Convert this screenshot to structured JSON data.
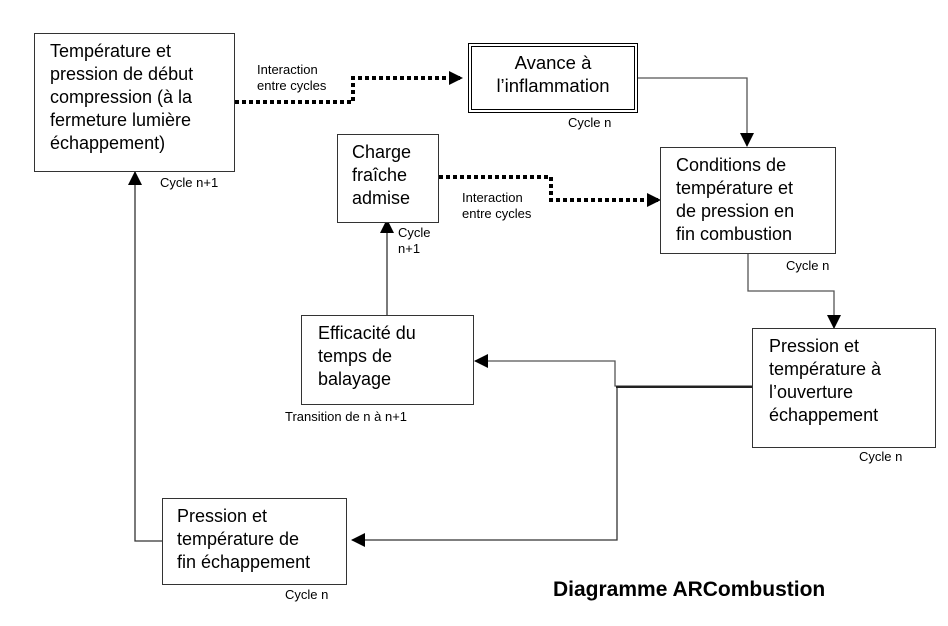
{
  "diagram": {
    "title": "Diagramme ARCombustion",
    "nodes": [
      {
        "id": "debut-compression",
        "text": "Température et\npression de début\ncompression (à la\nfermeture lumière\néchappement)",
        "cycle": "Cycle n+1"
      },
      {
        "id": "avance-inflammation",
        "text": "Avance à\nl’inflammation",
        "cycle": "Cycle n"
      },
      {
        "id": "charge-fraiche",
        "text": "Charge\nfraîche\nadmise",
        "cycle": "Cycle\nn+1"
      },
      {
        "id": "fin-combustion",
        "text": "Conditions de\ntempérature et\nde pression en\nfin combustion",
        "cycle": "Cycle n"
      },
      {
        "id": "efficacite-balayage",
        "text": "Efficacité du\ntemps de\nbalayage",
        "cycle": "Transition de n à n+1"
      },
      {
        "id": "ouverture-echappement",
        "text": "Pression et\ntempérature à\nl’ouverture\néchappement",
        "cycle": "Cycle n"
      },
      {
        "id": "fin-echappement",
        "text": "Pression et\ntempérature de\nfin échappement",
        "cycle": "Cycle n"
      }
    ],
    "edge_labels": {
      "interaction_top": "Interaction\nentre cycles",
      "interaction_mid": "Interaction\nentre cycles"
    },
    "edges": [
      {
        "from": "debut-compression",
        "to": "avance-inflammation",
        "style": "dotted",
        "label": "Interaction entre cycles"
      },
      {
        "from": "avance-inflammation",
        "to": "fin-combustion",
        "style": "solid"
      },
      {
        "from": "charge-fraiche",
        "to": "fin-combustion",
        "style": "dotted",
        "label": "Interaction entre cycles"
      },
      {
        "from": "fin-combustion",
        "to": "ouverture-echappement",
        "style": "solid"
      },
      {
        "from": "ouverture-echappement",
        "to": "efficacite-balayage",
        "style": "solid"
      },
      {
        "from": "ouverture-echappement",
        "to": "fin-echappement",
        "style": "solid"
      },
      {
        "from": "efficacite-balayage",
        "to": "charge-fraiche",
        "style": "solid"
      },
      {
        "from": "fin-echappement",
        "to": "debut-compression",
        "style": "solid"
      }
    ]
  }
}
